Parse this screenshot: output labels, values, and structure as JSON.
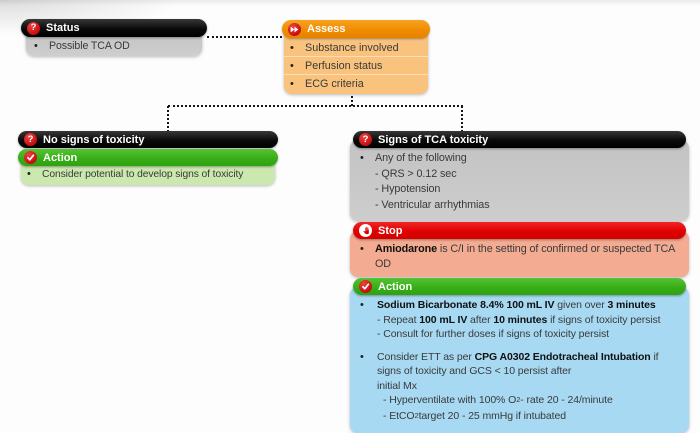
{
  "colors": {
    "header_black": "#0a0a0a",
    "header_orange": "#ef8a00",
    "header_green": "#35ad15",
    "header_red": "#df0202",
    "icon_red_circle": "#c20c0c",
    "body_gray": "#c6c6c6",
    "body_orange": "#f9c37e",
    "body_green": "#cbe8af",
    "body_salmon": "#f3ab92",
    "body_blue": "#a7d9f2",
    "connector": "#151515"
  },
  "icons": {
    "status": "question-icon",
    "assess": "fast-forward-icon",
    "no_toxicity": "question-icon",
    "toxicity": "question-icon",
    "stop": "stop-hand-icon",
    "action": "check-icon"
  },
  "status_box": {
    "header": "Status",
    "items": [
      "Possible TCA OD"
    ]
  },
  "assess_box": {
    "header": "Assess",
    "items": [
      "Substance involved",
      "Perfusion status",
      "ECG criteria"
    ]
  },
  "no_toxicity_box": {
    "header": "No signs of toxicity",
    "action_header": "Action",
    "items": [
      "Consider potential to develop signs of toxicity"
    ]
  },
  "toxicity_box": {
    "header": "Signs of TCA toxicity",
    "criteria_lead": "Any of the following",
    "criteria_subs": [
      "- QRS > 0.12 sec",
      "- Hypotension",
      "- Ventricular arrhythmias"
    ],
    "stop_header": "Stop",
    "stop_segments": [
      "Amiodarone",
      " is C/I in the setting of confirmed or suspected TCA OD"
    ],
    "action_header": "Action",
    "bicarb": {
      "lead_segments": [
        "Sodium Bicarbonate 8.4% 100 mL IV",
        " given over ",
        "3 minutes"
      ],
      "sub1_segments": [
        "- Repeat ",
        "100 mL IV",
        " after ",
        "10 minutes",
        " if signs of toxicity persist"
      ],
      "sub2": "- Consult for further doses if signs of toxicity persist"
    },
    "ett": {
      "line1_segments": [
        "Consider ETT as per ",
        "CPG A0302 Endotracheal Intubation",
        " if"
      ],
      "line2": "signs of toxicity and GCS < 10 persist after",
      "line3": "initial Mx",
      "sub1_segments": [
        "- Hyperventilate with 100% O",
        "2",
        " - rate 20 - 24/minute"
      ],
      "sub2_segments": [
        "- EtCO",
        "2",
        " target 20 - 25 mmHg if intubated"
      ]
    }
  }
}
